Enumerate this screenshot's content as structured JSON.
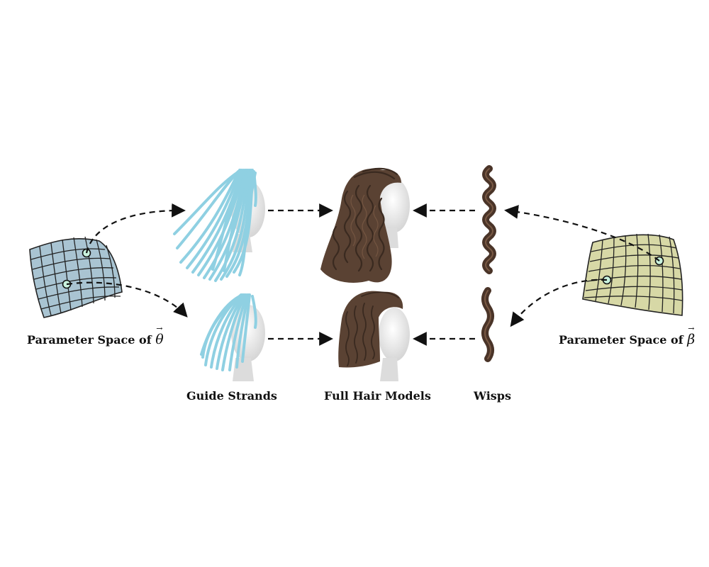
{
  "labels": {
    "theta_space": "Parameter Space of",
    "theta_symbol": "θ",
    "beta_space": "Parameter Space of",
    "beta_symbol": "β",
    "guide_strands": "Guide Strands",
    "full_hair_models": "Full Hair Models",
    "wisps": "Wisps"
  },
  "colors": {
    "theta_grid_fill": "#a9c4d2",
    "beta_grid_fill": "#d7d8a6",
    "guide_strand": "#8fd0e2",
    "hair_brown": "#5a4233",
    "hair_dark": "#3a2a20",
    "head_white": "#eeeeee",
    "point_fill": "#c9f3de",
    "arrow": "#111111"
  },
  "icons": {
    "theta_surface": "grid-surface-icon",
    "beta_surface": "grid-surface-icon",
    "guide_long": "long-guide-strands-icon",
    "guide_short": "short-guide-strands-icon",
    "hair_long": "long-curly-hair-icon",
    "hair_short": "short-wavy-hair-icon",
    "wisp_tight": "tight-curl-wisp-icon",
    "wisp_loose": "loose-wave-wisp-icon"
  }
}
